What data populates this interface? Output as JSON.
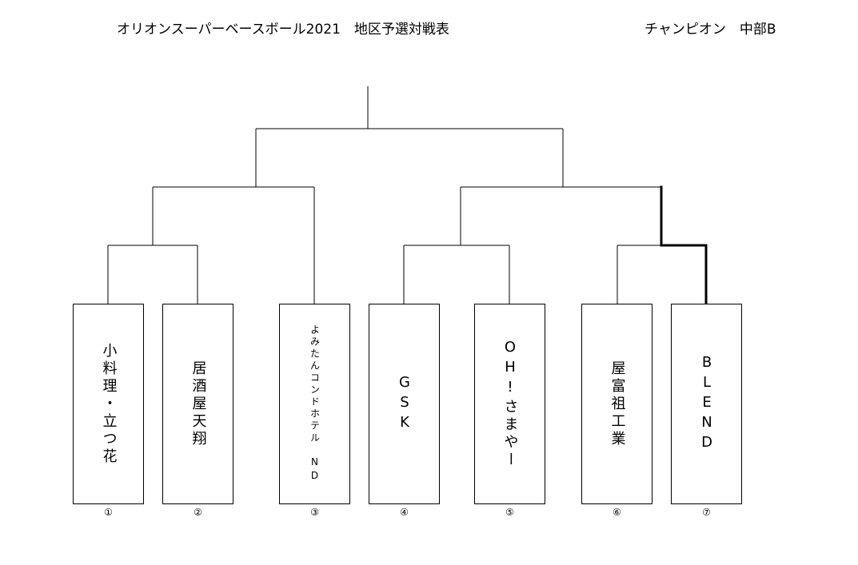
{
  "header": {
    "title": "オリオンスーパーベースボール2021　地区予選対戦表",
    "champion": "チャンピオン　中部B"
  },
  "teams": [
    {
      "name": "小料理・立つ花",
      "number": "①"
    },
    {
      "name": "居酒屋天翔",
      "number": "②"
    },
    {
      "name": "よみたんコンドホテル　ND",
      "number": "③"
    },
    {
      "name": "GSK",
      "number": "④"
    },
    {
      "name": "OH!さまやー",
      "number": "⑤"
    },
    {
      "name": "屋富祖工業",
      "number": "⑥"
    },
    {
      "name": "BLEND",
      "number": "⑦"
    }
  ],
  "bracket": {
    "champion_path": "BLEND"
  }
}
